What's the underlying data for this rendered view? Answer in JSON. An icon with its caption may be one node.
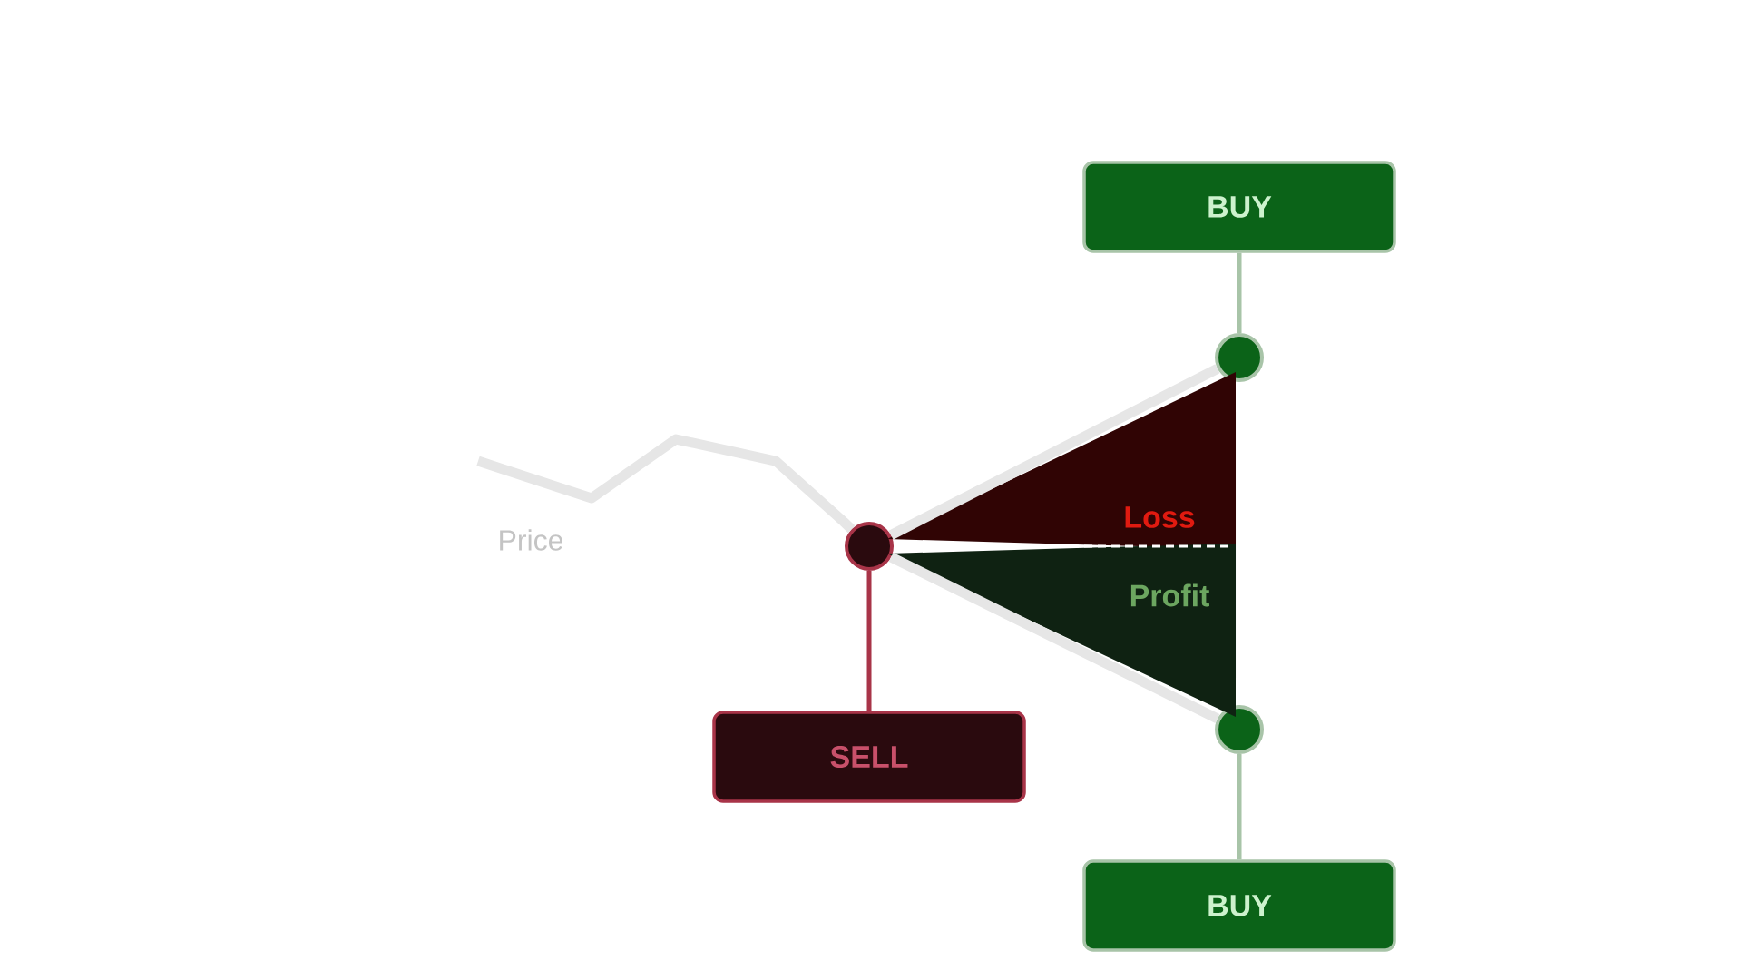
{
  "diagram": {
    "nodes": [
      {
        "text": [
          "BUY"
        ]
      },
      {
        "text": [],
        "shape": "circle"
      },
      {
        "text": [],
        "shape": "circle"
      },
      {
        "text": [
          "SELL"
        ]
      },
      {
        "text": [],
        "shape": "circle"
      },
      {
        "text": [
          "BUY"
        ]
      },
      {
        "text": [
          "Loss"
        ]
      },
      {
        "text": [
          "Profit"
        ]
      }
    ],
    "edges": [
      {
        "from": 0,
        "to": 1,
        "arrow": "none",
        "color": "#a8c4a8"
      },
      {
        "from": 2,
        "to": 3,
        "arrow": "none",
        "color": "#a83448"
      },
      {
        "from": 4,
        "to": 5,
        "arrow": "none",
        "color": "#a8c4a8"
      },
      {
        "from": 2,
        "to": 1,
        "arrow": "none",
        "style": "thick",
        "color": "#e6e6e6"
      },
      {
        "from": 2,
        "to": 4,
        "arrow": "none",
        "style": "thick",
        "color": "#e6e6e6"
      },
      {
        "from": null,
        "to": 2,
        "arrow": "none",
        "style": "thick",
        "color": "#e6e6e6"
      }
    ],
    "labels": [
      "Price"
    ]
  }
}
